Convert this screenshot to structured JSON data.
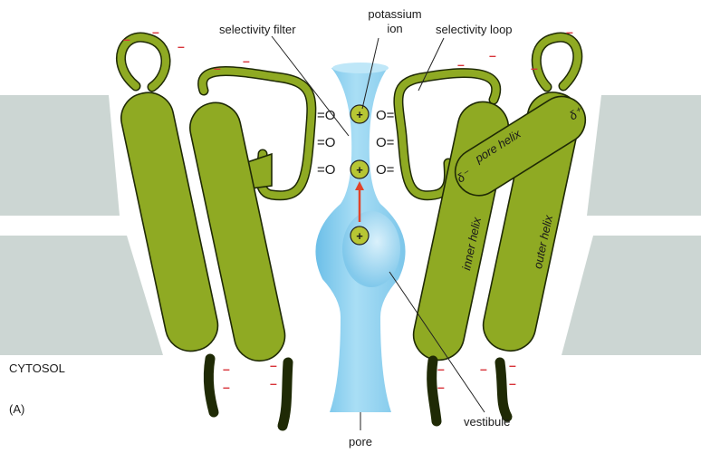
{
  "labels": {
    "selectivity_filter": "selectivity filter",
    "potassium_ion_1": "potassium",
    "potassium_ion_2": "ion",
    "selectivity_loop": "selectivity loop",
    "pore_helix": "pore helix",
    "inner_helix": "inner helix",
    "outer_helix": "outer helix",
    "cytosol": "CYTOSOL",
    "panel": "(A)",
    "vestibule": "vestibule",
    "pore": "pore",
    "delta_minus": "δ⁻",
    "delta_plus": "δ⁺"
  },
  "ion_symbol": "+",
  "oxygen_left": "=O",
  "oxygen_right": "O=",
  "charge_minus": "–",
  "colors": {
    "helix": "#8faa23",
    "membrane": "#ccd6d3",
    "pore": "#8fd0f0",
    "ion": "#b7c634",
    "charge": "#d8343a",
    "arrow": "#e0442a"
  }
}
